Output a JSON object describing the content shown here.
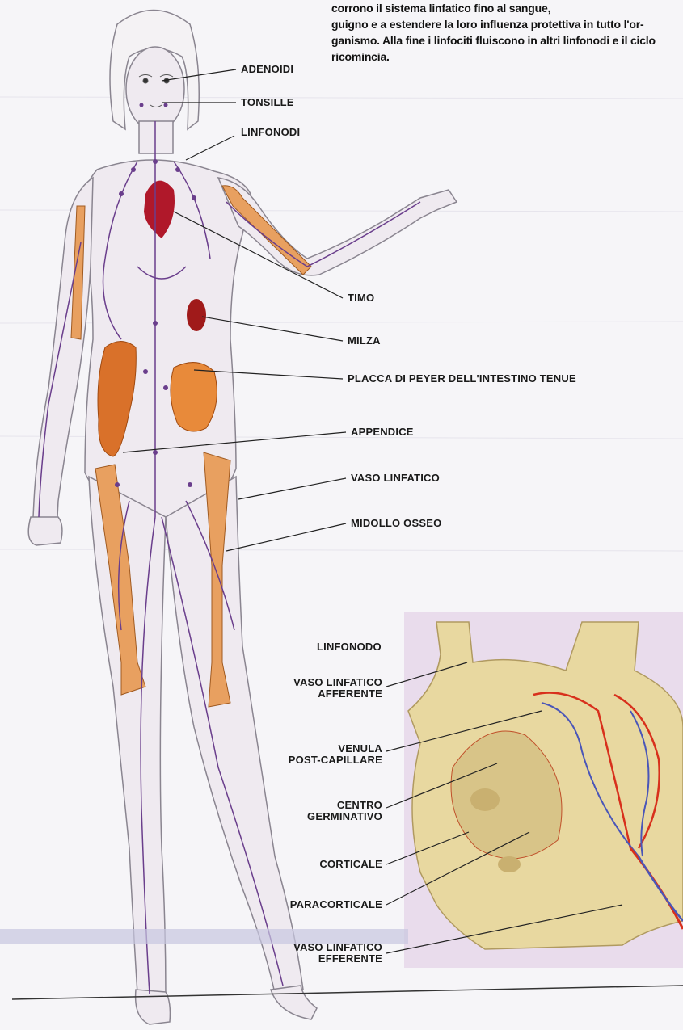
{
  "intro_text": "corrono il sistema linfatico fino al sangue,\nguigno e a estendere la loro influenza protettiva in tutto l'or-\nganismo. Alla fine i linfociti fluiscono in altri linfonodi e il ciclo\nricomincia.",
  "body_labels": {
    "adenoidi": "ADENOIDI",
    "tonsille": "TONSILLE",
    "linfonodi": "LINFONODI",
    "timo": "TIMO",
    "milza": "MILZA",
    "placca": "PLACCA DI PEYER DELL'INTESTINO TENUE",
    "appendice": "APPENDICE",
    "vaso_linfatico": "VASO LINFATICO",
    "midollo": "MIDOLLO OSSEO"
  },
  "node_inset": {
    "title": "LINFONODO",
    "afferente": "VASO LINFATICO\nAFFERENTE",
    "venula": "VENULA\nPOST-CAPILLARE",
    "centro": "CENTRO\nGERMINATIVO",
    "corticale": "CORTICALE",
    "paracorticale": "PARACORTICALE",
    "efferente": "VASO LINFATICO\nEFFERENTE"
  },
  "colors": {
    "lymph": "#6a3e8c",
    "organ": "#d9712a",
    "heart": "#b0182a",
    "bone": "#e8a060",
    "node_fill": "#e8d8a0",
    "artery": "#d8301c",
    "vein": "#4a56b8"
  }
}
